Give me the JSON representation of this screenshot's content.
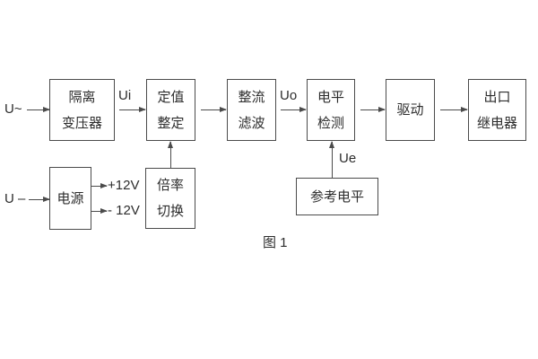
{
  "figure": {
    "caption": "图 1",
    "colors": {
      "background": "#ffffff",
      "line": "#4b4b4b",
      "text": "#2d2d2d"
    }
  },
  "blocks": {
    "isolation_transformer": {
      "line1": "隔离",
      "line2": "变压器"
    },
    "setpoint_adjust": {
      "line1": "定值",
      "line2": "整定"
    },
    "rectifier_filter": {
      "line1": "整流",
      "line2": "滤波"
    },
    "level_detector": {
      "line1": "电平",
      "line2": "检测"
    },
    "driver": {
      "line1": "驱动"
    },
    "output_relay": {
      "line1": "出口",
      "line2": "继电器"
    },
    "power_supply": {
      "line1": "电源"
    },
    "ratio_switch": {
      "line1": "倍率",
      "line2": "切换"
    },
    "reference_level": {
      "line1": "参考电平"
    }
  },
  "signals": {
    "ac_input": "U~",
    "dc_input": "U –",
    "ui": "Ui",
    "uo": "Uo",
    "ue": "Ue",
    "rail_positive": "+12V",
    "rail_negative": "- 12V"
  }
}
